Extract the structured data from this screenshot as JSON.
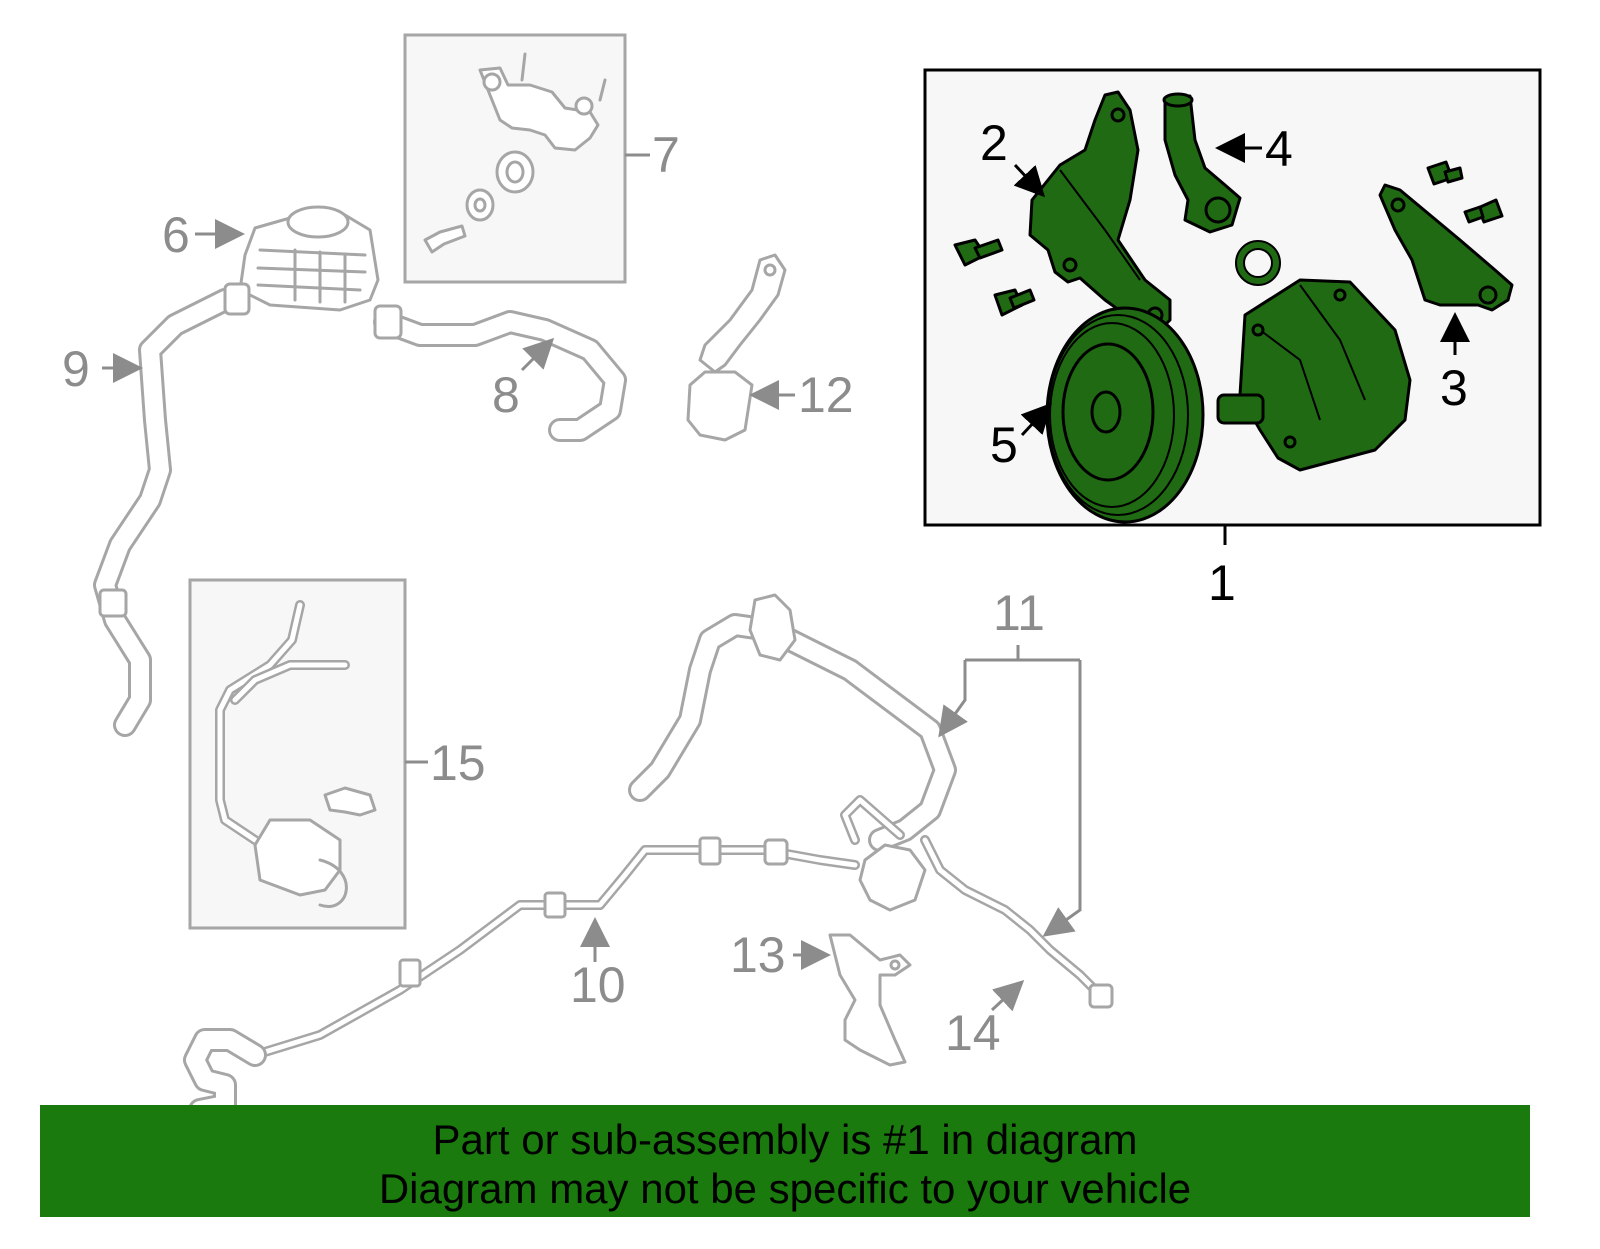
{
  "callouts": {
    "c1": "1",
    "c2": "2",
    "c3": "3",
    "c4": "4",
    "c5": "5",
    "c6": "6",
    "c7": "7",
    "c8": "8",
    "c9": "9",
    "c10": "10",
    "c11": "11",
    "c12": "12",
    "c13": "13",
    "c14": "14",
    "c15": "15"
  },
  "banner": {
    "line1": "Part or sub-assembly is #1 in diagram",
    "line2": "Diagram may not be specific to your vehicle"
  },
  "colors": {
    "highlight_part": "#1f6a12",
    "banner": "#1a7a0e",
    "unhighlighted_part": "#a6a6a6"
  }
}
